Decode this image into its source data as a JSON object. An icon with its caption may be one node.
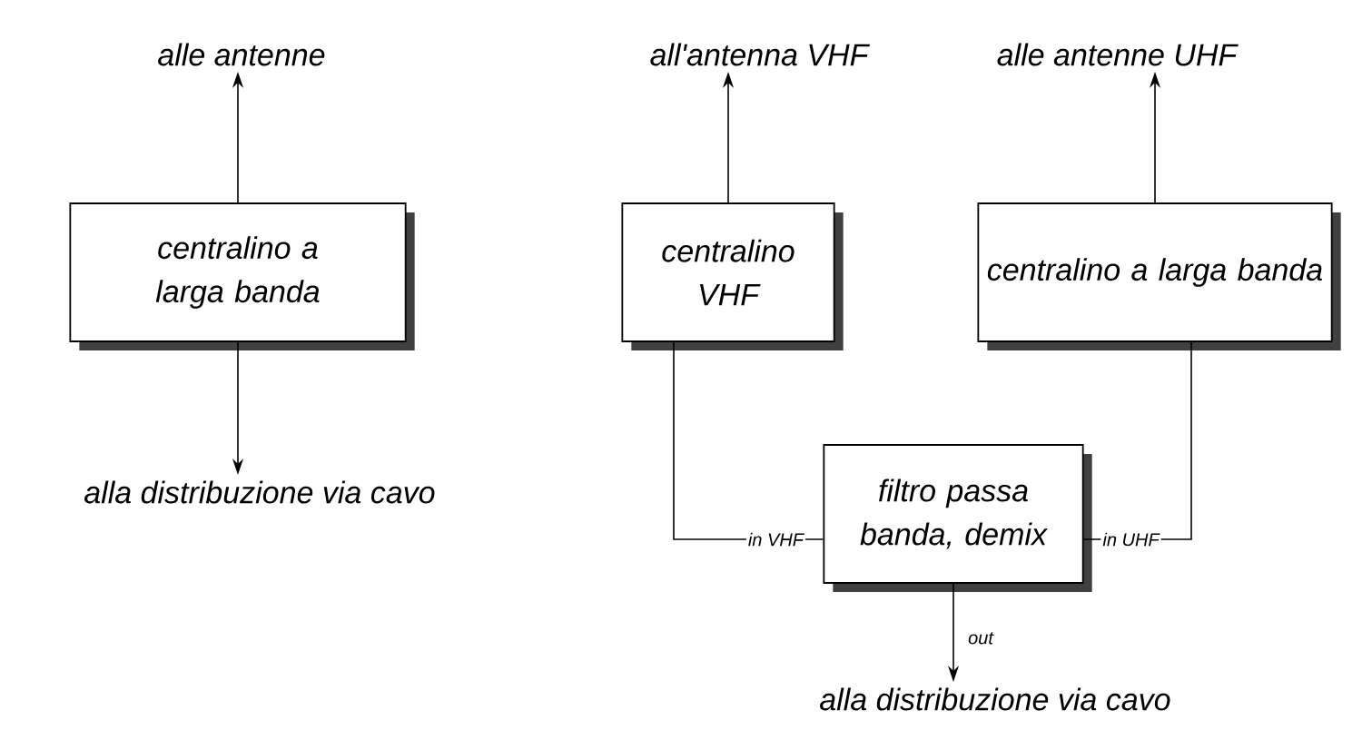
{
  "diagram": {
    "nodes": [
      {
        "text": [
          "alle antenne"
        ]
      },
      {
        "text": [
          "centralino a larga banda"
        ]
      },
      {
        "text": [
          "alla distribuzione via cavo"
        ]
      },
      {
        "text": [
          "all'antenna VHF"
        ]
      },
      {
        "text": [
          "alle antenne UHF"
        ]
      },
      {
        "text": [
          "centralino VHF"
        ]
      },
      {
        "text": [
          "centralino a larga banda"
        ]
      },
      {
        "text": [
          "filtro passa banda, demix"
        ]
      },
      {
        "text": [
          "alla distribuzione via cavo"
        ]
      }
    ],
    "edges": [
      {
        "from": 1,
        "to": 0,
        "arrow": "to"
      },
      {
        "from": 1,
        "to": 2,
        "arrow": "to"
      },
      {
        "from": 5,
        "to": 3,
        "arrow": "to"
      },
      {
        "from": 6,
        "to": 4,
        "arrow": "to"
      },
      {
        "from": 5,
        "to": 7,
        "arrow": "none",
        "label": "in VHF"
      },
      {
        "from": 6,
        "to": 7,
        "arrow": "none",
        "label": "in UHF"
      },
      {
        "from": 7,
        "to": 8,
        "arrow": "to",
        "label": "out"
      }
    ]
  }
}
